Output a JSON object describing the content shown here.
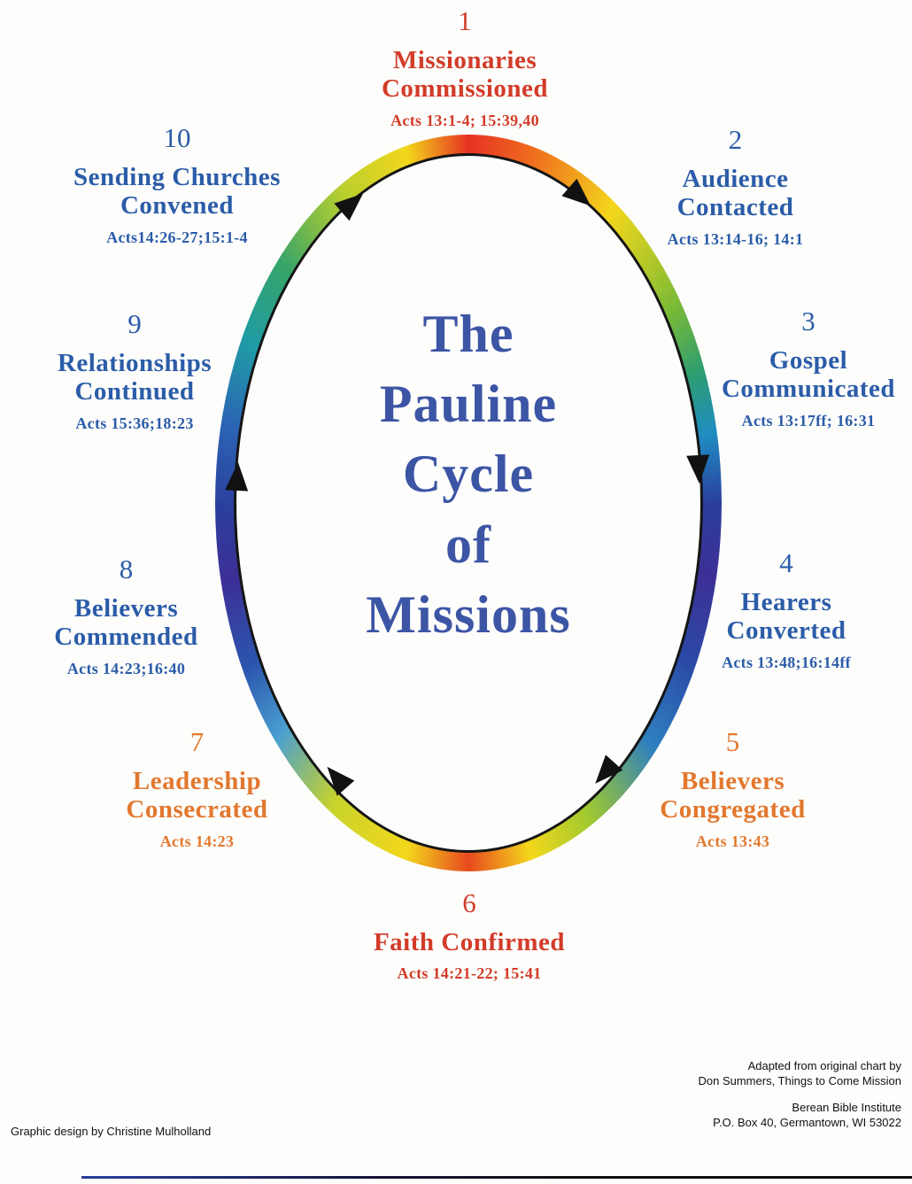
{
  "title": {
    "lines": [
      "The",
      "Pauline",
      "Cycle",
      "of",
      "Missions"
    ]
  },
  "stages": [
    {
      "number": "1",
      "line1": "Missionaries",
      "line2": "Commissioned",
      "ref": "Acts 13:1-4; 15:39,40",
      "color": "#d23c28"
    },
    {
      "number": "2",
      "line1": "Audience",
      "line2": "Contacted",
      "ref": "Acts 13:14-16; 14:1",
      "color": "#2b5ca8"
    },
    {
      "number": "3",
      "line1": "Gospel",
      "line2": "Communicated",
      "ref": "Acts 13:17ff; 16:31",
      "color": "#2b5ca8"
    },
    {
      "number": "4",
      "line1": "Hearers",
      "line2": "Converted",
      "ref": "Acts 13:48;16:14ff",
      "color": "#2b5ca8"
    },
    {
      "number": "5",
      "line1": "Believers",
      "line2": "Congregated",
      "ref": "Acts 13:43",
      "color": "#e2782e"
    },
    {
      "number": "6",
      "line1": "Faith Confirmed",
      "line2": "",
      "ref": "Acts 14:21-22; 15:41",
      "color": "#d23c28"
    },
    {
      "number": "7",
      "line1": "Leadership",
      "line2": "Consecrated",
      "ref": "Acts 14:23",
      "color": "#e2782e"
    },
    {
      "number": "8",
      "line1": "Believers",
      "line2": "Commended",
      "ref": "Acts 14:23;16:40",
      "color": "#2b5ca8"
    },
    {
      "number": "9",
      "line1": "Relationships",
      "line2": "Continued",
      "ref": "Acts 15:36;18:23",
      "color": "#2b5ca8"
    },
    {
      "number": "10",
      "line1": "Sending Churches",
      "line2": "Convened",
      "ref": "Acts14:26-27;15:1-4",
      "color": "#2b5ca8"
    }
  ],
  "credits": {
    "adapted_line1": "Adapted from original chart by",
    "adapted_line2": "Don Summers, Things to Come Mission",
    "institute_line1": "Berean Bible Institute",
    "institute_line2": "P.O. Box 40, Germantown, WI 53022",
    "designer": "Graphic design by Christine Mulholland"
  },
  "colors": {
    "stage_red": "#d23c28",
    "stage_blue": "#2b5ca8",
    "stage_orange": "#e2782e",
    "title_blue": "#3c55a5",
    "ring_rainbow": [
      "#e63223",
      "#f3d71c",
      "#7cbb35",
      "#1f8dc2",
      "#2b3f9d",
      "#3d2f96",
      "#2e7fc0",
      "#e84a1e",
      "#1f9ba6",
      "#b9cf2e"
    ]
  }
}
